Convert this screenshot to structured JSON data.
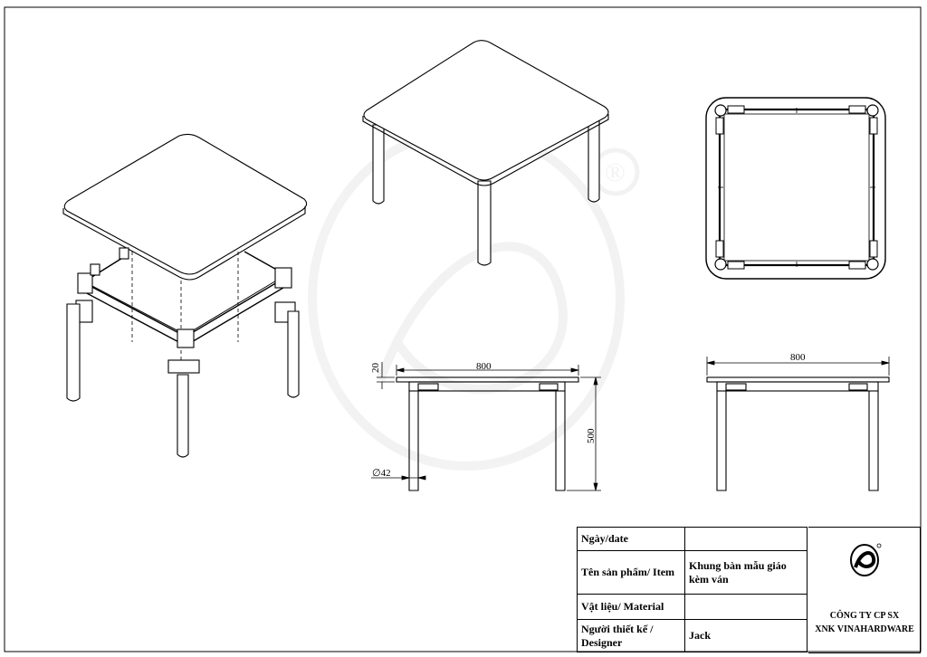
{
  "dimensions": {
    "front_width": "800",
    "side_width": "800",
    "top_thickness": "20",
    "height": "500",
    "leg_diameter": "∅42"
  },
  "title_block": {
    "date_label": "Ngày/date",
    "date_value": "",
    "item_label": "Tên sản phẩm/ Item",
    "item_value": "Khung bàn mẫu giáo kèm ván",
    "material_label": "Vật liệu/ Material",
    "material_value": "",
    "designer_label": "Người thiết kế / Designer",
    "designer_value": "Jack",
    "company_line1": "CÔNG TY CP SX",
    "company_line2": "XNK VINAHARDWARE"
  },
  "watermark": {
    "mark": "®"
  }
}
